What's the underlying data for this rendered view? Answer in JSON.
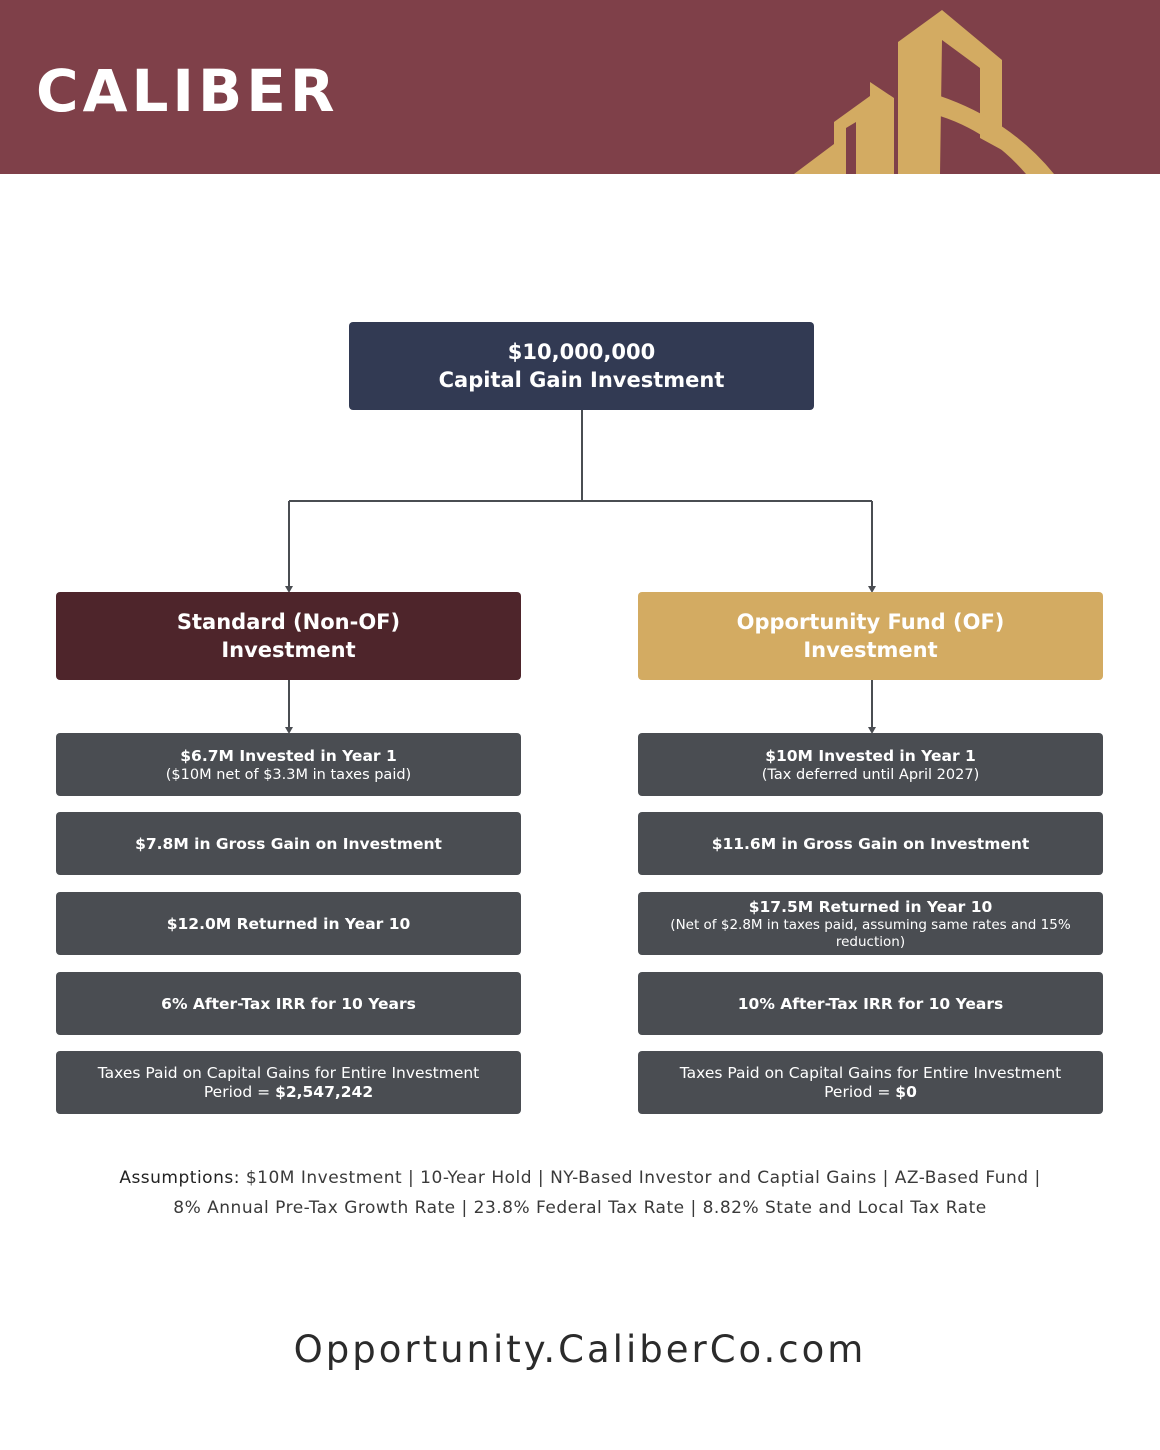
{
  "header": {
    "brand": "CALIBER"
  },
  "colors": {
    "header_bg": "#7f4049",
    "gold": "#d3ab62",
    "navy": "#323a53",
    "maroon": "#4e252b",
    "gray": "#4a4d52"
  },
  "root": {
    "line1": "$10,000,000",
    "line2": "Capital Gain Investment"
  },
  "standard": {
    "title_line1": "Standard (Non-OF)",
    "title_line2": "Investment",
    "items": [
      {
        "main": "$6.7M Invested in Year 1",
        "sub": "($10M net of $3.3M in taxes paid)"
      },
      {
        "main": "$7.8M in Gross Gain on Investment"
      },
      {
        "main": "$12.0M Returned in Year 10"
      },
      {
        "main": "6% After-Tax IRR for 10 Years"
      },
      {
        "main": "Taxes Paid on Capital Gains for Entire Investment",
        "sub_prefix": "Period = ",
        "sub_value": "$2,547,242"
      }
    ]
  },
  "opportunity": {
    "title_line1": "Opportunity Fund (OF)",
    "title_line2": "Investment",
    "items": [
      {
        "main": "$10M Invested in Year 1",
        "sub": "(Tax deferred until April 2027)"
      },
      {
        "main": "$11.6M in Gross Gain on Investment"
      },
      {
        "main": "$17.5M Returned in Year 10",
        "sub": "(Net of $2.8M in taxes paid, assuming same rates and 15% reduction)"
      },
      {
        "main": "10% After-Tax IRR for 10 Years"
      },
      {
        "main": "Taxes Paid on Capital Gains for Entire Investment",
        "sub_prefix": "Period = ",
        "sub_value": "$0"
      }
    ]
  },
  "assumptions": {
    "label": "Assumptions:",
    "line1": " $10M Investment | 10-Year Hold | NY-Based Investor and Captial Gains | AZ-Based Fund |",
    "line2": "8% Annual Pre-Tax Growth Rate | 23.8% Federal Tax Rate | 8.82% State and Local Tax Rate"
  },
  "footer": {
    "url": "Opportunity.CaliberCo.com"
  }
}
